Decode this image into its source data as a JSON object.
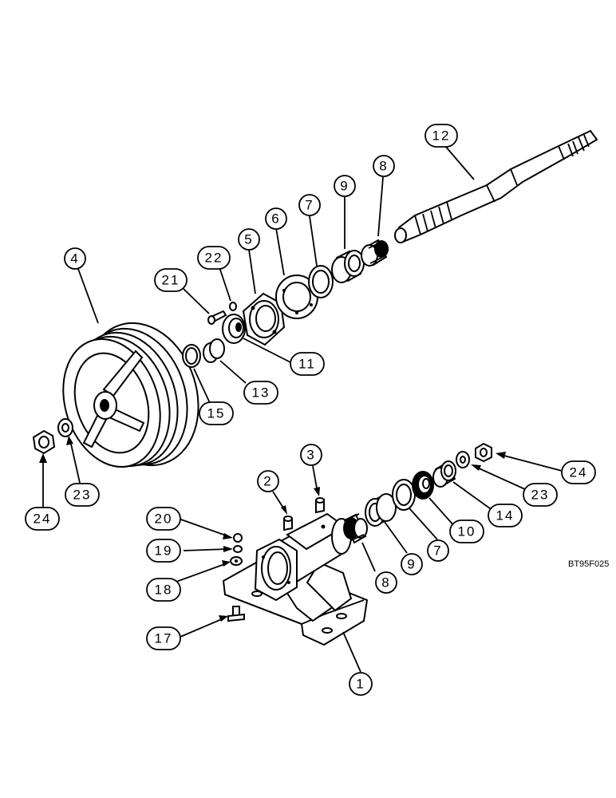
{
  "drawing_code": "BT95F025",
  "callouts": {
    "c1": "1",
    "c2": "2",
    "c3": "3",
    "c4": "4",
    "c5": "5",
    "c6": "6",
    "c7a": "7",
    "c7b": "7",
    "c8a": "8",
    "c8b": "8",
    "c9a": "9",
    "c9b": "9",
    "c10": "10",
    "c11": "11",
    "c12": "12",
    "c13": "13",
    "c14": "14",
    "c15": "15",
    "c17": "17",
    "c18": "18",
    "c19": "19",
    "c20": "20",
    "c21": "21",
    "c22": "22",
    "c23a": "23",
    "c23b": "23",
    "c24a": "24",
    "c24b": "24"
  }
}
